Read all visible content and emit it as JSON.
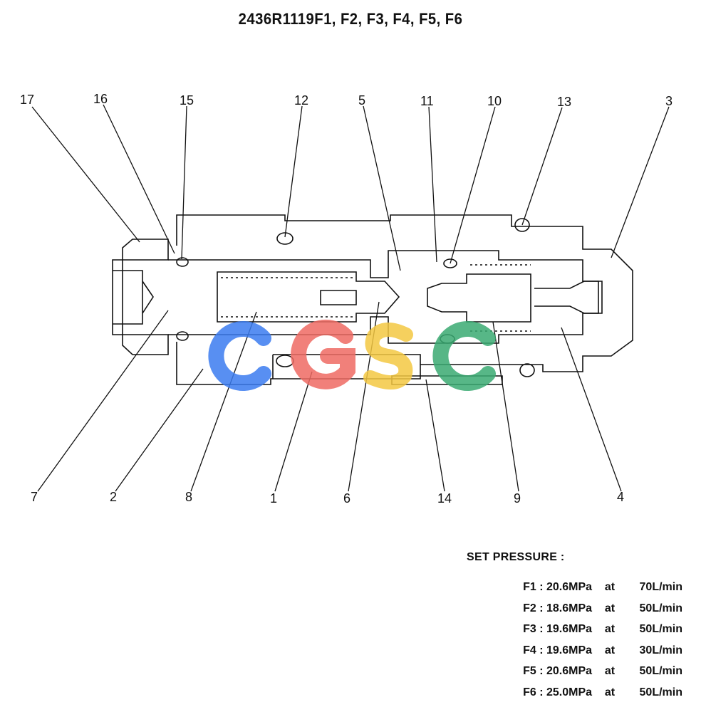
{
  "title": "2436R1119F1, F2, F3, F4, F5, F6",
  "callouts": [
    {
      "id": "17"
    },
    {
      "id": "16"
    },
    {
      "id": "15"
    },
    {
      "id": "12"
    },
    {
      "id": "5"
    },
    {
      "id": "11"
    },
    {
      "id": "10"
    },
    {
      "id": "13"
    },
    {
      "id": "3"
    },
    {
      "id": "7"
    },
    {
      "id": "2"
    },
    {
      "id": "8"
    },
    {
      "id": "1"
    },
    {
      "id": "6"
    },
    {
      "id": "14"
    },
    {
      "id": "9"
    },
    {
      "id": "4"
    }
  ],
  "set_pressure": {
    "heading": "SET PRESSURE :",
    "rows": [
      {
        "label": "F1 :",
        "pressure": "20.6MPa",
        "at": "at",
        "flow": "70L/min"
      },
      {
        "label": "F2 :",
        "pressure": "18.6MPa",
        "at": "at",
        "flow": "50L/min"
      },
      {
        "label": "F3 :",
        "pressure": "19.6MPa",
        "at": "at",
        "flow": "50L/min"
      },
      {
        "label": "F4 :",
        "pressure": "19.6MPa",
        "at": "at",
        "flow": "30L/min"
      },
      {
        "label": "F5 :",
        "pressure": "20.6MPa",
        "at": "at",
        "flow": "50L/min"
      },
      {
        "label": "F6 :",
        "pressure": "25.0MPa",
        "at": "at",
        "flow": "50L/min"
      }
    ]
  },
  "watermark": {
    "text": "CGSC",
    "colors": [
      "#3b7cf0",
      "#ef6b63",
      "#f4c842",
      "#3aaa72"
    ]
  }
}
